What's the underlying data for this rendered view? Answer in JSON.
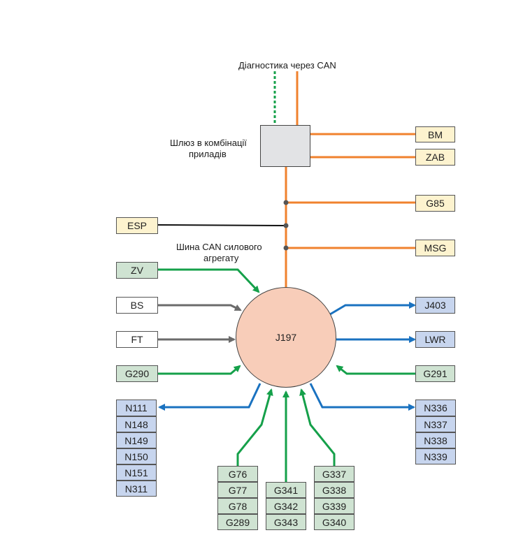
{
  "top_label": "Діагностика через CAN",
  "gateway_label_line1": "Шлюз в комбінації",
  "gateway_label_line2": "приладів",
  "bus_label_line1": "Шина CAN силового",
  "bus_label_line2": "агрегату",
  "center_unit": "J197",
  "bus_units": {
    "bm": "BM",
    "zab": "ZAB",
    "g85": "G85",
    "esp": "ESP",
    "msg": "MSG"
  },
  "left_units": {
    "zv": "ZV",
    "bs": "BS",
    "ft": "FT",
    "g290": "G290"
  },
  "right_units": {
    "j403": "J403",
    "lwr": "LWR",
    "g291": "G291"
  },
  "left_valves": [
    "N111",
    "N148",
    "N149",
    "N150",
    "N151",
    "N311"
  ],
  "right_valves": [
    "N336",
    "N337",
    "N338",
    "N339"
  ],
  "bottom_sensors_left": [
    "G76",
    "G77",
    "G78",
    "G289"
  ],
  "bottom_sensors_mid": [
    "G341",
    "G342",
    "G343"
  ],
  "bottom_sensors_right": [
    "G337",
    "G338",
    "G339",
    "G340"
  ],
  "colors": {
    "can_orange": "#f0822e",
    "green_line": "#15a04a",
    "blue_line": "#1a72c0",
    "grey_line": "#6b6b6b",
    "black_line": "#111111"
  }
}
